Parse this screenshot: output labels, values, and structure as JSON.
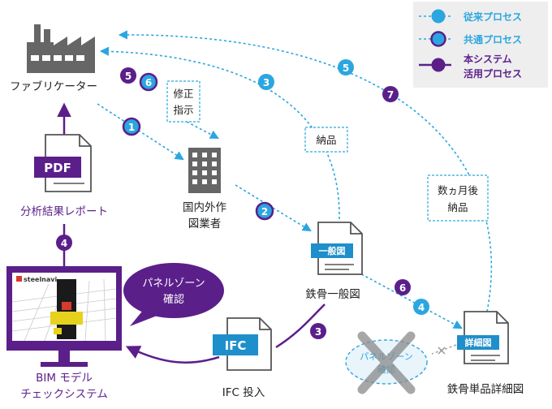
{
  "legend": {
    "items": [
      {
        "label": "従来プロセス"
      },
      {
        "label": "共通プロセス"
      },
      {
        "label": "本システム"
      },
      {
        "label": "活用プロセス"
      }
    ]
  },
  "nodes": {
    "fabricator": "ファブリケーター",
    "contractor_l1": "国内外作",
    "contractor_l2": "図業者",
    "general_drawing": "鉄骨一般図",
    "general_doc_tag": "一般図",
    "detail_drawing": "鉄骨単品詳細図",
    "detail_doc_tag": "詳細図",
    "ifc_input": "IFC 投入",
    "ifc_tag": "IFC",
    "pdf_tag": "PDF",
    "report": "分析結果レポート",
    "bim_l1": "BIM モデル",
    "bim_l2": "チェックシステム",
    "screen_logo": "steelnavi"
  },
  "callouts": {
    "fix_l1": "修正",
    "fix_l2": "指示",
    "delivery": "納品",
    "months_l1": "数ヵ月後",
    "months_l2": "納品",
    "panel_bubble_l1": "パネルゾーン",
    "panel_bubble_l2": "確認",
    "panel_crossed_l1": "パネルゾーン",
    "panel_crossed_l2": "確認"
  },
  "steps": {
    "s1": "1",
    "s2": "2",
    "s3a": "3",
    "s3b": "3",
    "s4a": "4",
    "s4b": "4",
    "s5a": "5",
    "s5b": "5",
    "s6a": "6",
    "s6b": "6",
    "s7": "7"
  },
  "colors": {
    "blue": "#2ba6e0",
    "blue_dark": "#1e8fca",
    "purple": "#5b1f8a",
    "gray": "#666666",
    "legend_bg": "#eeeeee"
  }
}
